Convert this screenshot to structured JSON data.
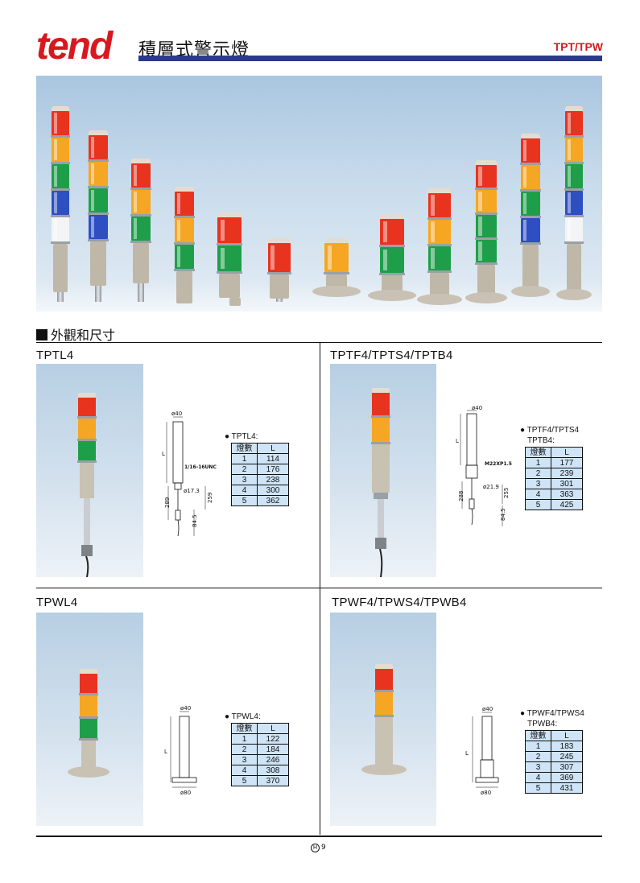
{
  "header": {
    "brand": "tend",
    "title": "積層式警示燈",
    "model_code": "TPT/TPW"
  },
  "section": {
    "heading": "外觀和尺寸"
  },
  "panels": [
    {
      "title": "TPTL4",
      "table_label": "TPTL4:",
      "col_lamps": "燈數",
      "col_l": "L",
      "rows": [
        [
          "1",
          "114"
        ],
        [
          "2",
          "176"
        ],
        [
          "3",
          "238"
        ],
        [
          "4",
          "300"
        ],
        [
          "5",
          "362"
        ]
      ],
      "dims": {
        "dia": "ø40",
        "thread": "1/16-16UNC",
        "dia2": "ø17.3",
        "h1": "289",
        "h2": "259",
        "h3": "84.5",
        "L": "L"
      }
    },
    {
      "title": "TPTF4/TPTS4/TPTB4",
      "table_label": "TPTF4/TPTS4",
      "table_label2": "TPTB4:",
      "col_lamps": "燈數",
      "col_l": "L",
      "rows": [
        [
          "1",
          "177"
        ],
        [
          "2",
          "239"
        ],
        [
          "3",
          "301"
        ],
        [
          "4",
          "363"
        ],
        [
          "5",
          "425"
        ]
      ],
      "dims": {
        "dia": "ø40",
        "thread": "M22XP1.5",
        "dia2": "ø21.9",
        "h1": "288",
        "h2": "255",
        "h3": "84.5",
        "L": "L"
      }
    },
    {
      "title": "TPWL4",
      "table_label": "TPWL4:",
      "col_lamps": "燈數",
      "col_l": "L",
      "rows": [
        [
          "1",
          "122"
        ],
        [
          "2",
          "184"
        ],
        [
          "3",
          "246"
        ],
        [
          "4",
          "308"
        ],
        [
          "5",
          "370"
        ]
      ],
      "dims": {
        "dia": "ø40",
        "dia_base": "ø80",
        "L": "L"
      }
    },
    {
      "title": "TPWF4/TPWS4/TPWB4",
      "table_label": "TPWF4/TPWS4",
      "table_label2": "TPWB4:",
      "col_lamps": "燈數",
      "col_l": "L",
      "rows": [
        [
          "1",
          "183"
        ],
        [
          "2",
          "245"
        ],
        [
          "3",
          "307"
        ],
        [
          "4",
          "369"
        ],
        [
          "5",
          "431"
        ]
      ],
      "dims": {
        "dia": "ø40",
        "dia_base": "ø80",
        "L": "L"
      }
    }
  ],
  "footer": {
    "page_mark": "H",
    "page_number": "9"
  },
  "colors": {
    "brand_red": "#d7191f",
    "header_bar": "#2b3a8a",
    "table_fill": "#cfe4f6",
    "lamp_red": "#e8331f",
    "lamp_amber": "#f5a623",
    "lamp_green": "#1f9e4a",
    "lamp_blue": "#2d4fc2",
    "lamp_white": "#f2f4f5"
  }
}
